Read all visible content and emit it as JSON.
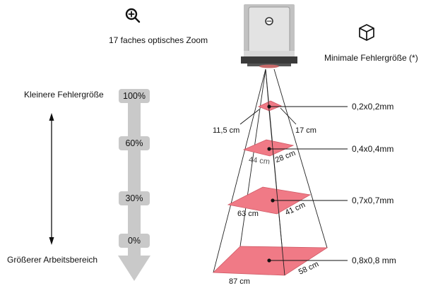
{
  "header": {
    "zoom_label": "17 faches optisches Zoom",
    "defect_label": "Minimale Fehlergröße (*)"
  },
  "scale": {
    "top_label": "Kleinere Fehlergröße",
    "bottom_label": "Größerer Arbeitsbereich",
    "percent_levels": [
      "100%",
      "60%",
      "30%",
      "0%"
    ]
  },
  "levels": [
    {
      "defect_size": "0,2x0,2mm",
      "width_label": "11,5 cm",
      "depth_label": "17 cm"
    },
    {
      "defect_size": "0,4x0,4mm",
      "width_label": "44 cm",
      "depth_label": "28 cm"
    },
    {
      "defect_size": "0,7x0,7mm",
      "width_label": "63 cm",
      "depth_label": "41 cm"
    },
    {
      "defect_size": "0,8x0,8 mm",
      "width_label": "87 cm",
      "depth_label": "58 cm"
    }
  ],
  "colors": {
    "plane_fill": "#f07a86",
    "plane_stroke": "#d05a66",
    "pill_bg": "#c9c9c9",
    "arrow_gray": "#c9c9c9",
    "camera_body": "#d6d6d6",
    "camera_dark": "#3a3a3a"
  },
  "icons": {
    "zoom": "zoom-in-magnifier-icon",
    "defect": "cube-icon",
    "camera": "camera-icon"
  }
}
